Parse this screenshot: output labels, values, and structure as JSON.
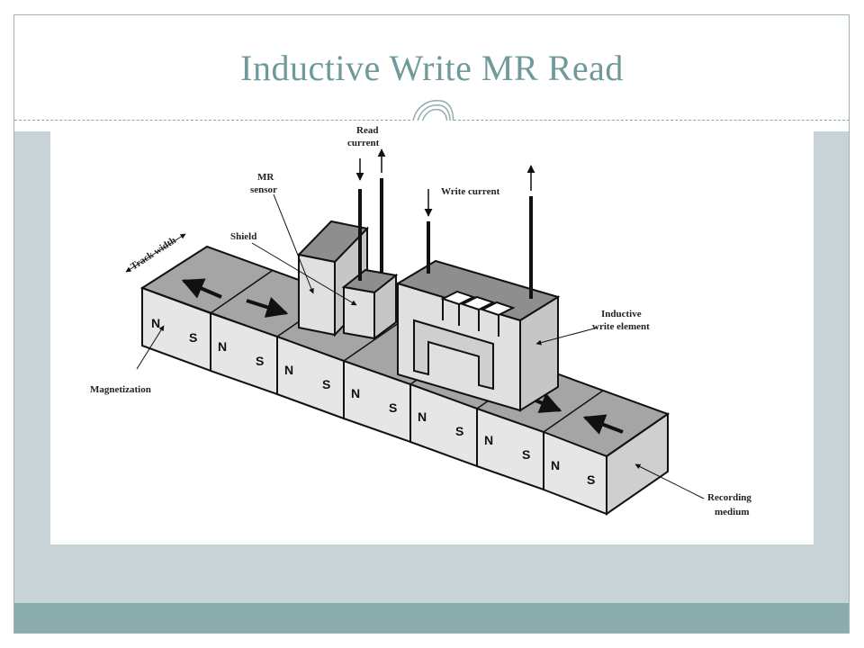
{
  "slide": {
    "title": "Inductive Write MR Read",
    "colors": {
      "title": "#6f9a99",
      "band": "#c8d3d7",
      "footer": "#8aacac"
    }
  },
  "diagram": {
    "labels": {
      "read_current_1": "Read",
      "read_current_2": "current",
      "mr_sensor_1": "MR",
      "mr_sensor_2": "sensor",
      "shield": "Shield",
      "track_width": "Track width",
      "write_current": "Write current",
      "inductive_1": "Inductive",
      "inductive_2": "write element",
      "magnetization": "Magnetization",
      "recording_1": "Recording",
      "recording_2": "medium"
    },
    "poles": {
      "n": "N",
      "s": "S"
    }
  }
}
